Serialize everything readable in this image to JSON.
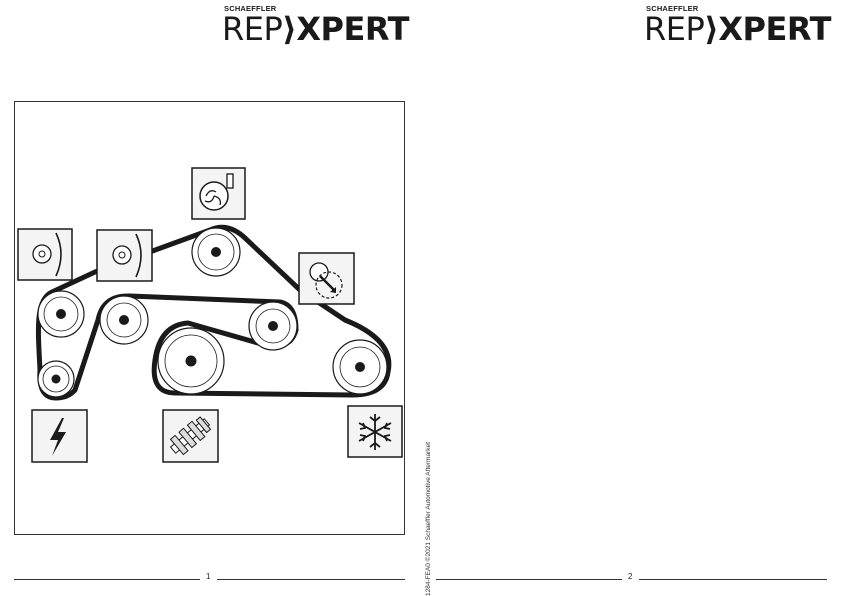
{
  "header": {
    "logo_small_text": "SCHAEFFLER",
    "logo_rep": "REP",
    "logo_chevron": "⟩",
    "logo_xpert": "XPERT"
  },
  "diagram": {
    "components": [
      {
        "id": "water-pump",
        "icon": "water-pump-icon"
      },
      {
        "id": "idler-1",
        "icon": "idler-pulley-icon"
      },
      {
        "id": "idler-2",
        "icon": "idler-pulley-icon"
      },
      {
        "id": "tensioner",
        "icon": "tensioner-icon"
      },
      {
        "id": "alternator",
        "icon": "lightning-icon"
      },
      {
        "id": "crankshaft",
        "icon": "crankshaft-icon"
      },
      {
        "id": "ac-compressor",
        "icon": "snowflake-icon"
      }
    ],
    "colors": {
      "line": "#1a1a1a",
      "fill": "#ffffff",
      "icon_fill": "#f4f4f4"
    }
  },
  "sidebar": {
    "copyright": "1284-FEA0 ©2021 Schaeffler Automotive Aftermarket"
  },
  "footer": {
    "page_left": "1",
    "page_right": "2"
  }
}
